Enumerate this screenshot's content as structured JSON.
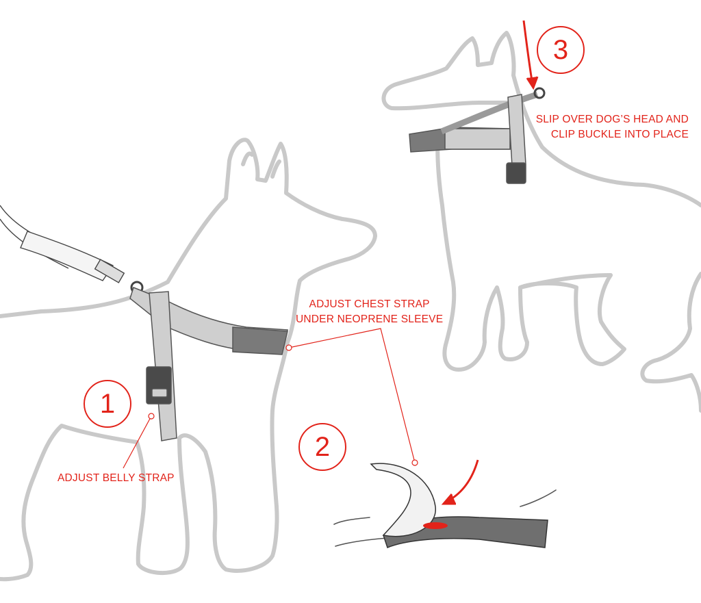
{
  "steps": [
    {
      "number": "1",
      "lines": [
        "ADJUST BELLY STRAP"
      ]
    },
    {
      "number": "2",
      "lines": [
        "ADJUST CHEST STRAP",
        "UNDER NEOPRENE SLEEVE"
      ]
    },
    {
      "number": "3",
      "lines": [
        "SLIP OVER DOG’S HEAD AND",
        "CLIP BUCKLE INTO PLACE"
      ]
    }
  ],
  "colors": {
    "accent": "#e2231a",
    "outline": "#c9c9c9",
    "strap_dark": "#7a7a7a",
    "strap_light": "#cfcfcf",
    "buckle": "#4a4a4a"
  }
}
